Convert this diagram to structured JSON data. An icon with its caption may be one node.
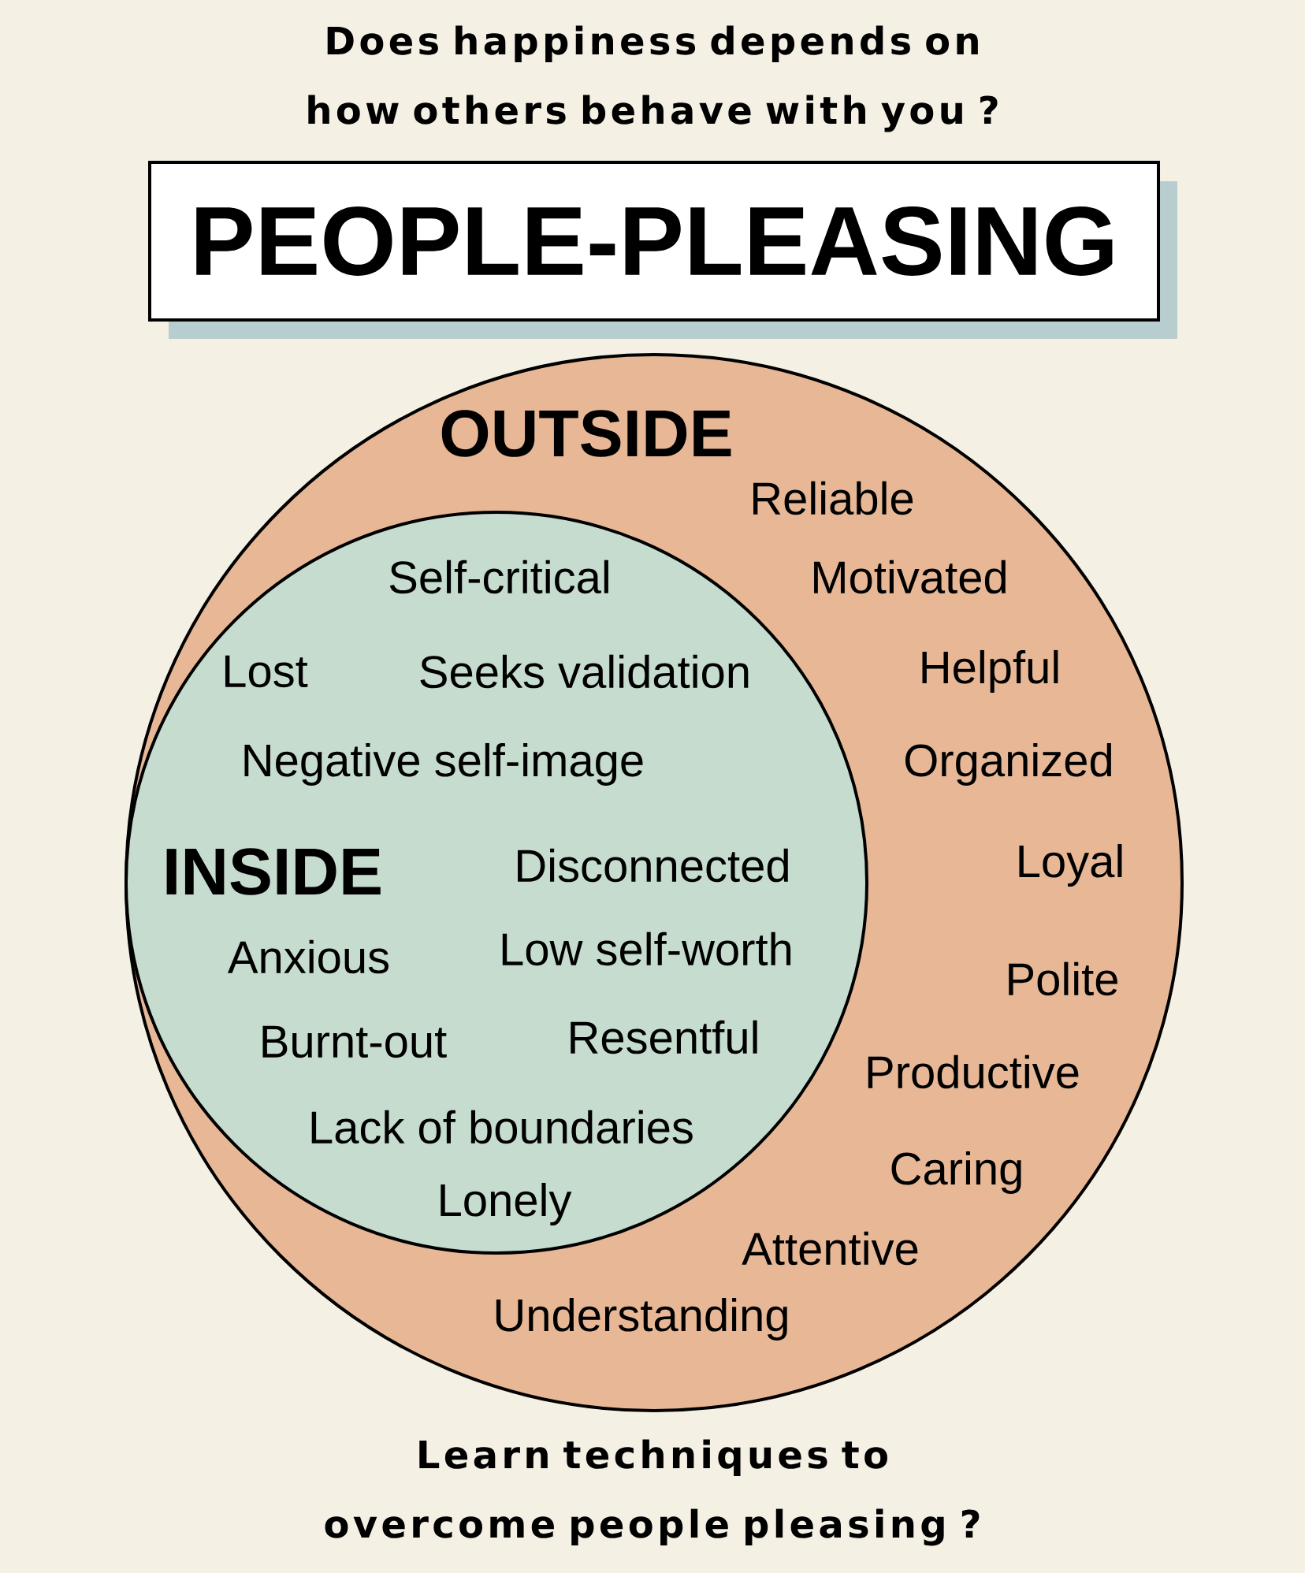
{
  "diagram": {
    "title": "Does happiness depends on how others behave with you ?",
    "caption": "Learn techniques to overcome people pleasing ?",
    "nodes": [
      {
        "text": [
          "PEOPLE-PLEASING"
        ]
      },
      {
        "text": [
          "OUTSIDE",
          "Reliable",
          "Motivated",
          "Helpful",
          "Organized",
          "Loyal",
          "Polite",
          "Productive",
          "Caring",
          "Attentive",
          "Understanding"
        ]
      },
      {
        "text": [
          "Self-critical",
          "Lost",
          "Seeks validation",
          "Negative self-image",
          "INSIDE",
          "Disconnected",
          "Anxious",
          "Low self-worth",
          "Burnt-out",
          "Resentful",
          "Lack of boundaries",
          "Lonely"
        ],
        "in": 1
      }
    ]
  }
}
